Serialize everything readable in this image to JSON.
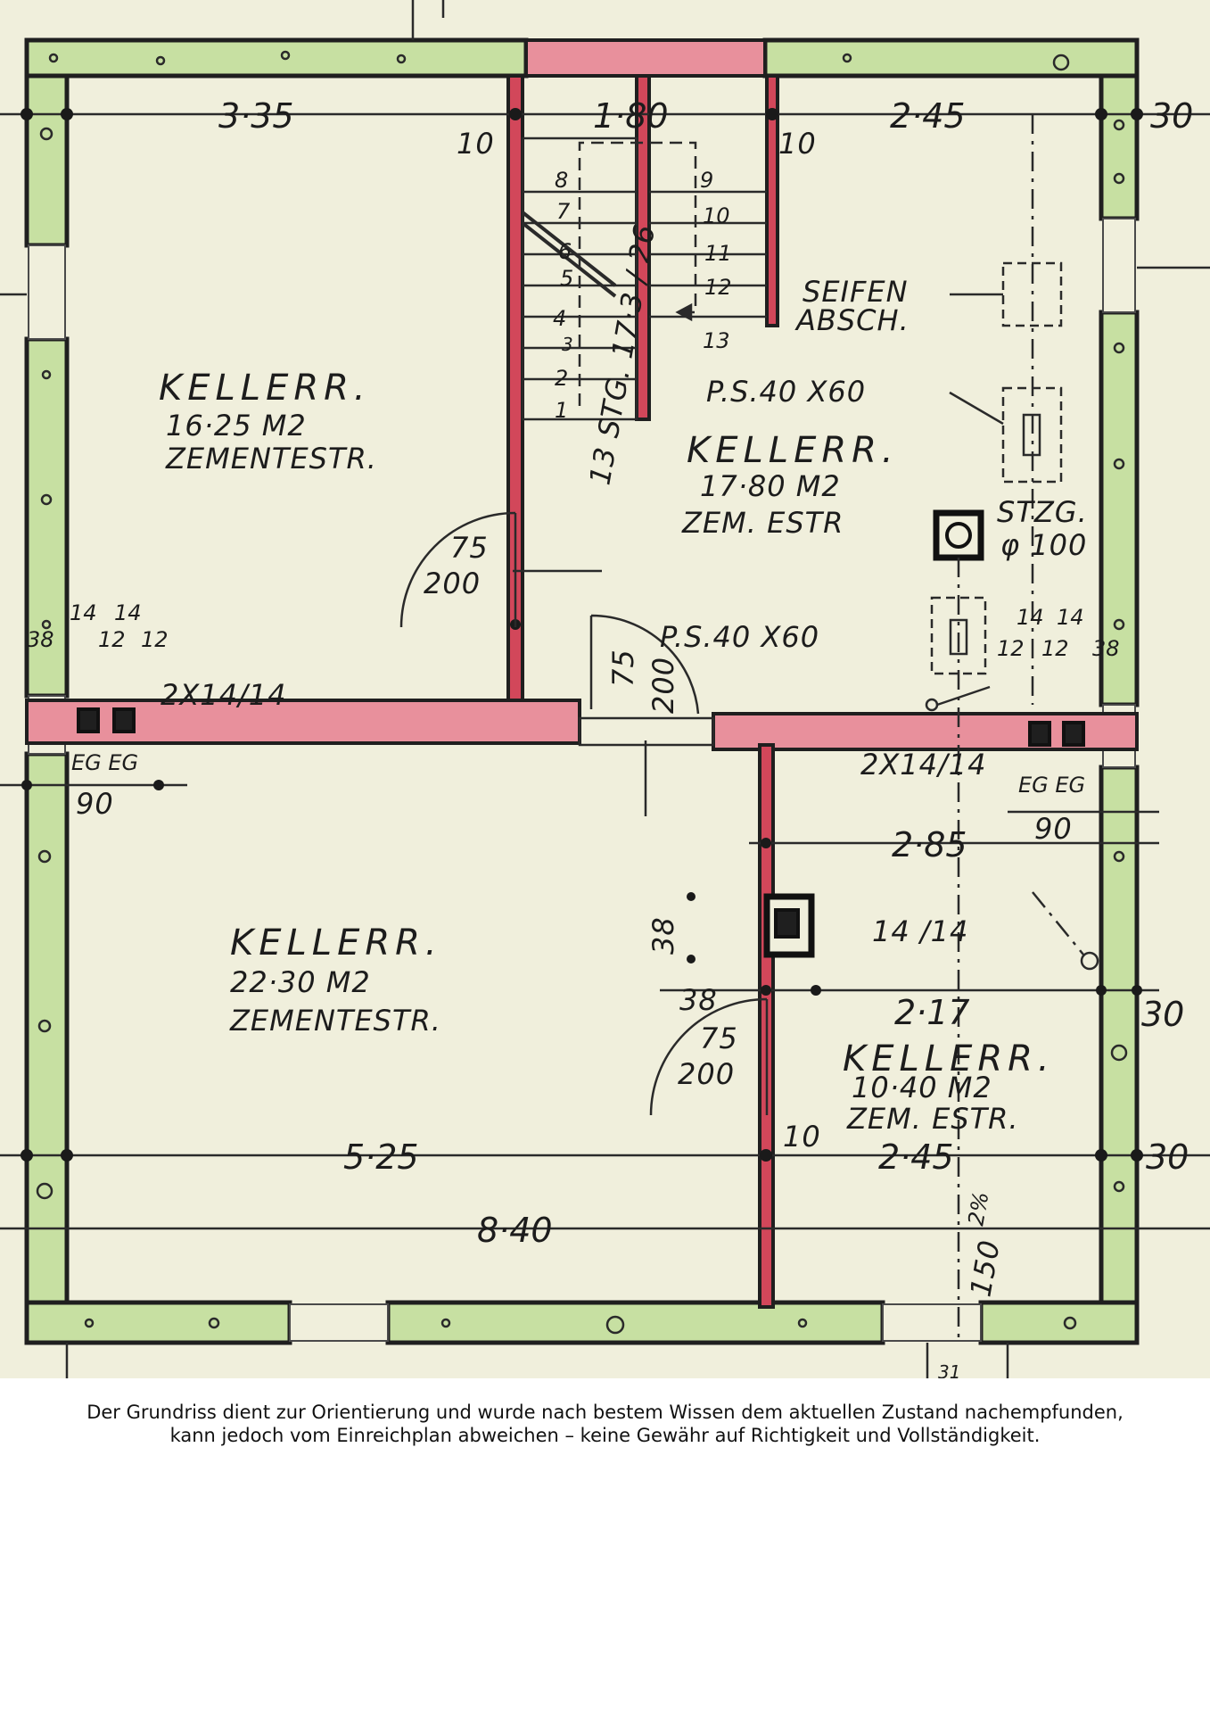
{
  "plan": {
    "rooms": [
      {
        "id": "nw",
        "name": "KELLERR.",
        "area": "16·25 M2",
        "floor": "ZEMENTESTR."
      },
      {
        "id": "ne",
        "name": "KELLERR.",
        "area": "17·80 M2",
        "floor": "ZEM. ESTR"
      },
      {
        "id": "sw",
        "name": "KELLERR.",
        "area": "22·30 M2",
        "floor": "ZEMENTESTR."
      },
      {
        "id": "se",
        "name": "KELLERR.",
        "area": "10·40 M2",
        "floor": "ZEM. ESTR."
      }
    ],
    "dimensions": {
      "top_left": "3·35",
      "top_mid": "1·80",
      "top_right": "2·45",
      "right_30_top": "30",
      "right_30_mid": "30",
      "right_30_bot": "30",
      "mid_285": "2·85",
      "mid_217": "2·17",
      "mid_245": "2·45",
      "bottom_525": "5·25",
      "bottom_840": "8·40",
      "wall_10_a": "10",
      "wall_10_b": "10",
      "wall_10_c": "10",
      "dim_38_a": "38",
      "dim_38_b": "38",
      "dim_38_c": "38",
      "dim_38_d": "38",
      "flue_1414": "14 /14",
      "door_75_a": "75",
      "door_200_a": "200",
      "door_75_b": "75",
      "door_200_b": "200",
      "door_75_c": "75",
      "door_200_c": "200",
      "duct_2x_left": "2X14/14",
      "duct_2x_right": "2X14/14",
      "duct_14_l1": "14",
      "duct_14_l2": "14",
      "duct_12_l1": "12",
      "duct_12_l2": "12",
      "duct_14_r1": "14",
      "duct_14_r2": "14",
      "duct_12_r1": "12",
      "duct_12_r2": "12",
      "eg_left": "EG EG",
      "eg_right": "EG EG",
      "eg_90_left": "90",
      "eg_90_right": "90",
      "slope": "2%",
      "pipe_150": "150",
      "bottom_31": "31"
    },
    "stair": {
      "label": "13 STG. 17·3 / 26",
      "steps_left": [
        "8",
        "7",
        "6",
        "5",
        "4",
        "3",
        "2",
        "1"
      ],
      "steps_right": [
        "9",
        "10",
        "11",
        "12",
        "13"
      ]
    },
    "annotations": {
      "seifen_line1": "SEIFEN",
      "seifen_line2": "ABSCH.",
      "ps_upper": "P.S.40 X60",
      "ps_lower": "P.S.40 X60",
      "stzg_line1": "STZG.",
      "stzg_line2": "φ 100"
    },
    "colors": {
      "outer_wall_fill": "#c7e0a2",
      "outer_wall_stroke": "#1f1f1f",
      "inner_wall_fill": "#e8909c",
      "inner_wall_core": "#d2475a",
      "paper": "#f0efdc"
    }
  },
  "caption": {
    "line1": "Der Grundriss dient zur Orientierung und wurde nach bestem Wissen dem aktuellen Zustand nachempfunden,",
    "line2": "kann jedoch vom Einreichplan abweichen – keine Gewähr auf Richtigkeit und Vollständigkeit."
  }
}
